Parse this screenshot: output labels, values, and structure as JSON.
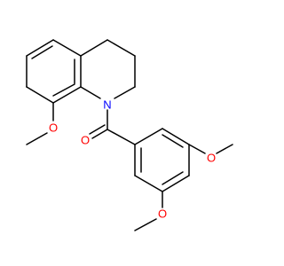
{
  "molecule": {
    "atoms": {
      "n1": {
        "symbol": "N",
        "color": "#0000ff"
      },
      "o_carbonyl": {
        "symbol": "O",
        "color": "#ff0000"
      },
      "o_methoxy_8": {
        "symbol": "O",
        "color": "#ff0000"
      },
      "o_methoxy_3": {
        "symbol": "O",
        "color": "#ff0000"
      },
      "o_methoxy_4": {
        "symbol": "O",
        "color": "#ff0000"
      }
    },
    "bond_color": "#000000",
    "background": "#ffffff"
  }
}
